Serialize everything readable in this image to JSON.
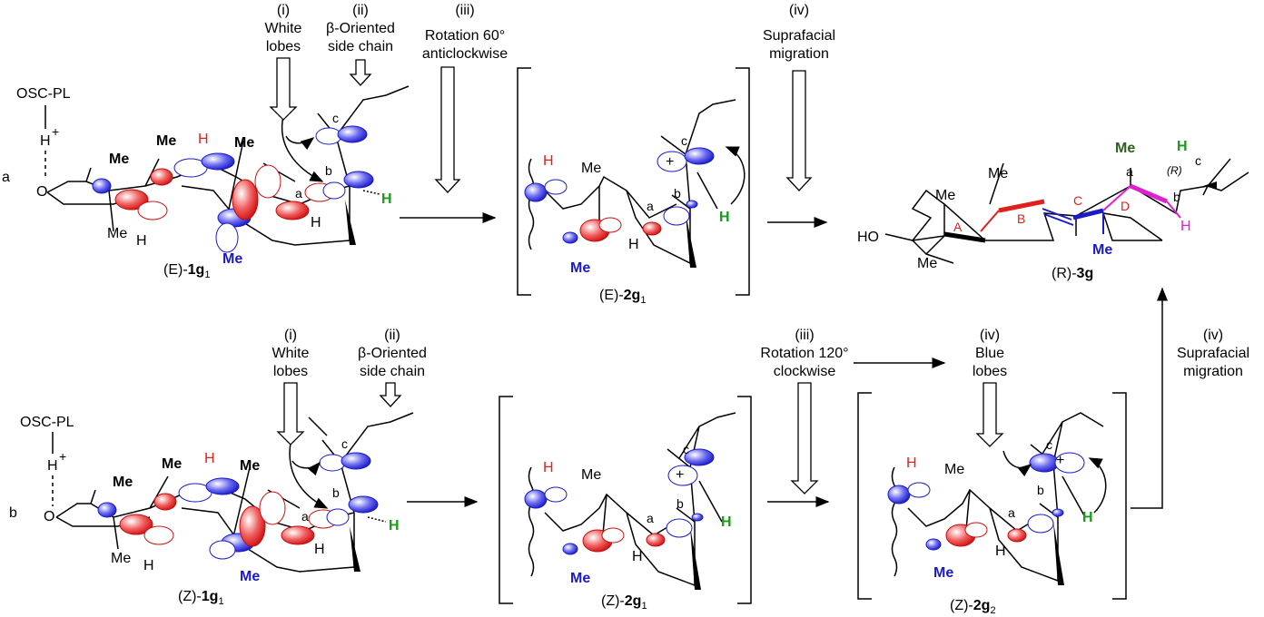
{
  "row_labels": {
    "a": "a",
    "b": "b"
  },
  "common": {
    "osc_pl": "OSC-PL",
    "h_plus": "H",
    "plus": "+",
    "o": "O",
    "me": "Me",
    "h": "H",
    "bond_a": "a",
    "bond_b": "b",
    "bond_c": "c"
  },
  "steps_top": {
    "i_num": "(i)",
    "i_line1": "White",
    "i_line2": "lobes",
    "ii_num": "(ii)",
    "ii_line1": "β-Oriented",
    "ii_line2": "side chain",
    "iii_num": "(iii)",
    "iii_line1": "Rotation 60°",
    "iii_line2": "anticlockwise",
    "iv_num": "(iv)",
    "iv_line1": "Suprafacial",
    "iv_line2": "migration"
  },
  "steps_bottom": {
    "i_num": "(i)",
    "i_line1": "White",
    "i_line2": "lobes",
    "ii_num": "(ii)",
    "ii_line1": "β-Oriented",
    "ii_line2": "side chain",
    "iii_num": "(iii)",
    "iii_line1": "Rotation 120°",
    "iii_line2": "clockwise",
    "iv_num": "(iv)",
    "iv_line1": "Blue",
    "iv_line2": "lobes",
    "iv2_num": "(iv)",
    "iv2_line1": "Suprafacial",
    "iv2_line2": "migration"
  },
  "compounds": {
    "e1g1_pre": "(E)-",
    "e1g1_main": "1g",
    "e1g1_sub": "1",
    "e2g1_pre": "(E)-",
    "e2g1_main": "2g",
    "e2g1_sub": "1",
    "r3g_pre": "(R)-",
    "r3g_main": "3g",
    "z1g1_pre": "(Z)-",
    "z1g1_main": "1g",
    "z1g1_sub": "1",
    "z2g1_pre": "(Z)-",
    "z2g1_main": "2g",
    "z2g1_sub": "1",
    "z2g2_pre": "(Z)-",
    "z2g2_main": "2g",
    "z2g2_sub": "2"
  },
  "product": {
    "ho": "HO",
    "ring_A": "A",
    "ring_B": "B",
    "ring_C": "C",
    "ring_D": "D",
    "stereo": "(R)"
  },
  "colors": {
    "red": "#e0201c",
    "blue": "#1a1ac8",
    "green": "#1a9a1a",
    "magenta": "#e020d0",
    "olive": "#2e5e1e"
  }
}
